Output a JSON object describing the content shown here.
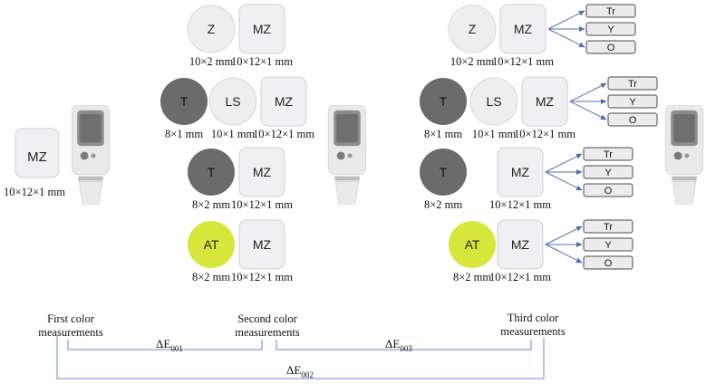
{
  "colors": {
    "disc_light": "#eeeeef",
    "disc_light_stroke": "#d8d8da",
    "disc_dark": "#6b6b6b",
    "disc_yellow": "#d7e63a",
    "mz_fill": "#f0f0f2",
    "mz_stroke": "#d0d0d4",
    "tag_fill": "#ececee",
    "tag_stroke": "#4a4a4a",
    "arrow": "#4f6fb0",
    "timeline": "#6e8ac8",
    "device_body": "#e9e9ea",
    "device_screen": "#6f6f70",
    "device_dark": "#777777"
  },
  "icons": [
    "spectrophotometer-icon"
  ],
  "standalone": {
    "label": "MZ",
    "dim": "10×12×1 mm"
  },
  "groups": [
    {
      "items": [
        {
          "label": "Z",
          "kind": "light",
          "dim": "10×2 mm"
        },
        {
          "label": "MZ",
          "kind": "mz",
          "dim": "10×12×1 mm"
        }
      ]
    },
    {
      "items": [
        {
          "label": "T",
          "kind": "dark",
          "dim": "8×1 mm"
        },
        {
          "label": "LS",
          "kind": "light",
          "dim": "10×1 mm"
        },
        {
          "label": "MZ",
          "kind": "mz",
          "dim": "10×12×1 mm"
        }
      ]
    },
    {
      "items": [
        {
          "label": "T",
          "kind": "dark",
          "dim": "8×2 mm"
        },
        {
          "label": "MZ",
          "kind": "mz",
          "dim": "10×12×1 mm"
        }
      ]
    },
    {
      "items": [
        {
          "label": "AT",
          "kind": "yellow",
          "dim": "8×2 mm"
        },
        {
          "label": "MZ",
          "kind": "mz",
          "dim": "10×12×1 mm"
        }
      ]
    }
  ],
  "backgrounds": [
    "Tr",
    "Y",
    "O"
  ],
  "timeline": {
    "first": [
      "First color",
      "measurements"
    ],
    "second": [
      "Second color",
      "measurements"
    ],
    "third": [
      "Third color",
      "measurements"
    ],
    "delta_001": {
      "main": "ΔE",
      "sub": "001"
    },
    "delta_003": {
      "main": "ΔE",
      "sub": "003"
    },
    "delta_002": {
      "main": "ΔE",
      "sub": "002"
    }
  }
}
